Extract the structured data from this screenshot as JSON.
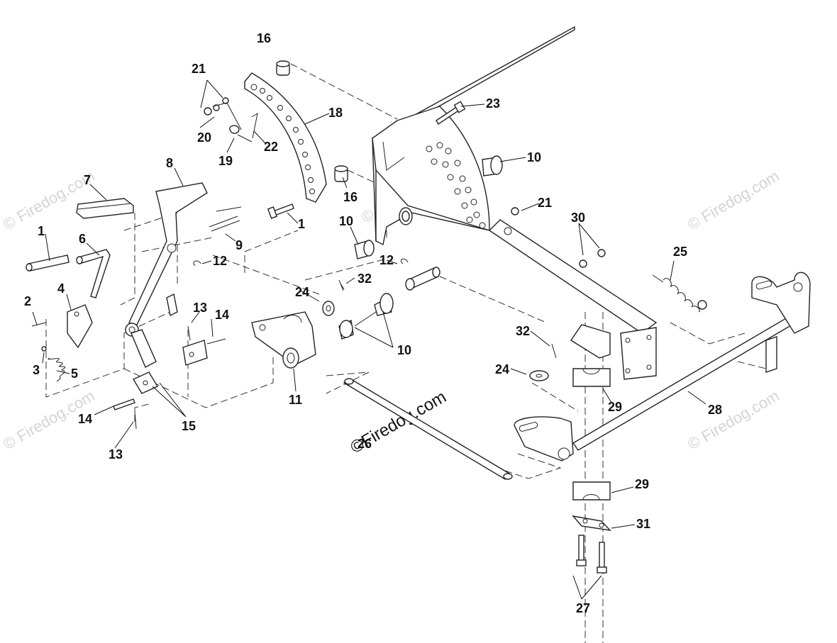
{
  "diagram": {
    "part_labels": {
      "p1a": "1",
      "p1b": "1",
      "p2": "2",
      "p3": "3",
      "p4": "4",
      "p5": "5",
      "p6": "6",
      "p7": "7",
      "p8": "8",
      "p9": "9",
      "p10a": "10",
      "p10b": "10",
      "p10c": "10",
      "p11": "11",
      "p12a": "12",
      "p12b": "12",
      "p13a": "13",
      "p13b": "13",
      "p14a": "14",
      "p14b": "14",
      "p15": "15",
      "p16a": "16",
      "p16b": "16",
      "p18": "18",
      "p19": "19",
      "p20": "20",
      "p21a": "21",
      "p21b": "21",
      "p22": "22",
      "p23": "23",
      "p24a": "24",
      "p24b": "24",
      "p25": "25",
      "p26": "26",
      "p27": "27",
      "p28": "28",
      "p29a": "29",
      "p29b": "29",
      "p30": "30",
      "p31": "31",
      "p32a": "32",
      "p32b": "32"
    },
    "watermark": {
      "brand": "© Firedog.com",
      "center": "©Firedog.com"
    }
  }
}
